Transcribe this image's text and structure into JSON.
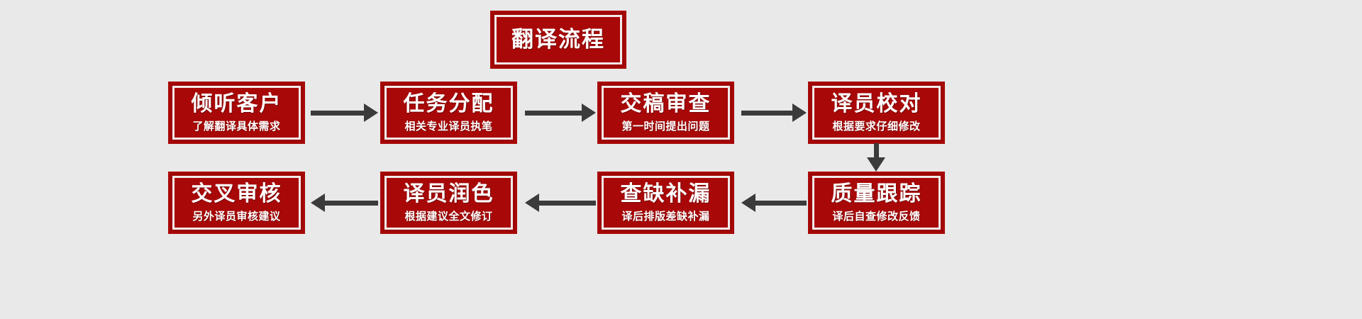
{
  "diagram": {
    "title": "翻译流程",
    "background_color": "#e9e9e9",
    "box_fill_color": "#a80808",
    "box_border_color": "#9d0606",
    "box_inner_line_color": "#f2eaea",
    "text_color": "#ffffff",
    "arrow_color": "#3b3b3b"
  },
  "nodes": [
    {
      "id": "n1",
      "heading": "倾听客户",
      "subtitle": "了解翻译具体需求"
    },
    {
      "id": "n2",
      "heading": "任务分配",
      "subtitle": "相关专业译员执笔"
    },
    {
      "id": "n3",
      "heading": "交稿审查",
      "subtitle": "第一时间提出问题"
    },
    {
      "id": "n4",
      "heading": "译员校对",
      "subtitle": "根据要求仔细修改"
    },
    {
      "id": "n5",
      "heading": "质量跟踪",
      "subtitle": "译后自查修改反馈"
    },
    {
      "id": "n6",
      "heading": "查缺补漏",
      "subtitle": "译后排版差缺补漏"
    },
    {
      "id": "n7",
      "heading": "译员润色",
      "subtitle": "根据建议全文修订"
    },
    {
      "id": "n8",
      "heading": "交叉审核",
      "subtitle": "另外译员审核建议"
    }
  ],
  "connectors": [
    {
      "id": "c1",
      "from": "n1",
      "to": "n2",
      "direction": "right"
    },
    {
      "id": "c2",
      "from": "n2",
      "to": "n3",
      "direction": "right"
    },
    {
      "id": "c3",
      "from": "n3",
      "to": "n4",
      "direction": "right"
    },
    {
      "id": "c4",
      "from": "n4",
      "to": "n5",
      "direction": "down"
    },
    {
      "id": "c5",
      "from": "n5",
      "to": "n6",
      "direction": "left"
    },
    {
      "id": "c6",
      "from": "n6",
      "to": "n7",
      "direction": "left"
    },
    {
      "id": "c7",
      "from": "n7",
      "to": "n8",
      "direction": "left"
    }
  ]
}
